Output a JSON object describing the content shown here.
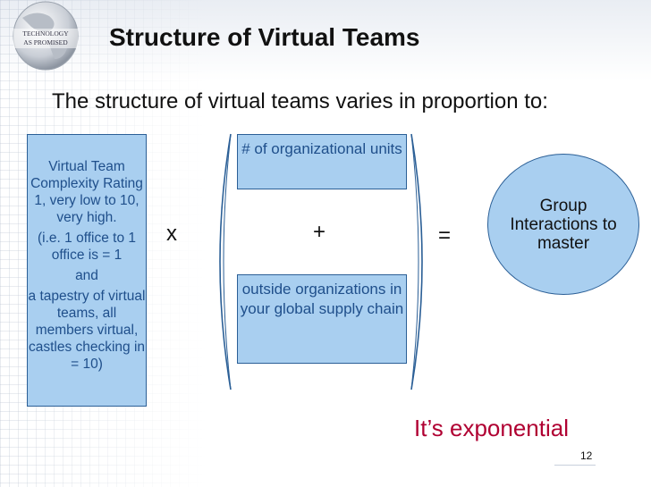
{
  "title": "Structure of Virtual Teams",
  "subtitle": "The structure of virtual teams varies in proportion to:",
  "logo": {
    "line1": "TECHNOLOGY",
    "line2": "AS PROMISED"
  },
  "left_box": {
    "p1": "Virtual Team Complexity Rating 1, very low to 10, very high.",
    "p2": "(i.e. 1 office to 1 office is = 1",
    "p3": "and",
    "p4": "a tapestry of virtual teams, all members virtual, castles checking in = 10)"
  },
  "operators": {
    "times": "x",
    "plus": "+",
    "equals": "="
  },
  "org_box": "# of organizational units",
  "supply_box": "outside organizations in your global supply chain",
  "result": "Group Interactions to master",
  "footer": "It’s exponential",
  "page_number": "12",
  "colors": {
    "box_fill": "#a9cff0",
    "box_border": "#2b5f96",
    "box_text": "#1f4f8b",
    "accent_red": "#b00032"
  }
}
